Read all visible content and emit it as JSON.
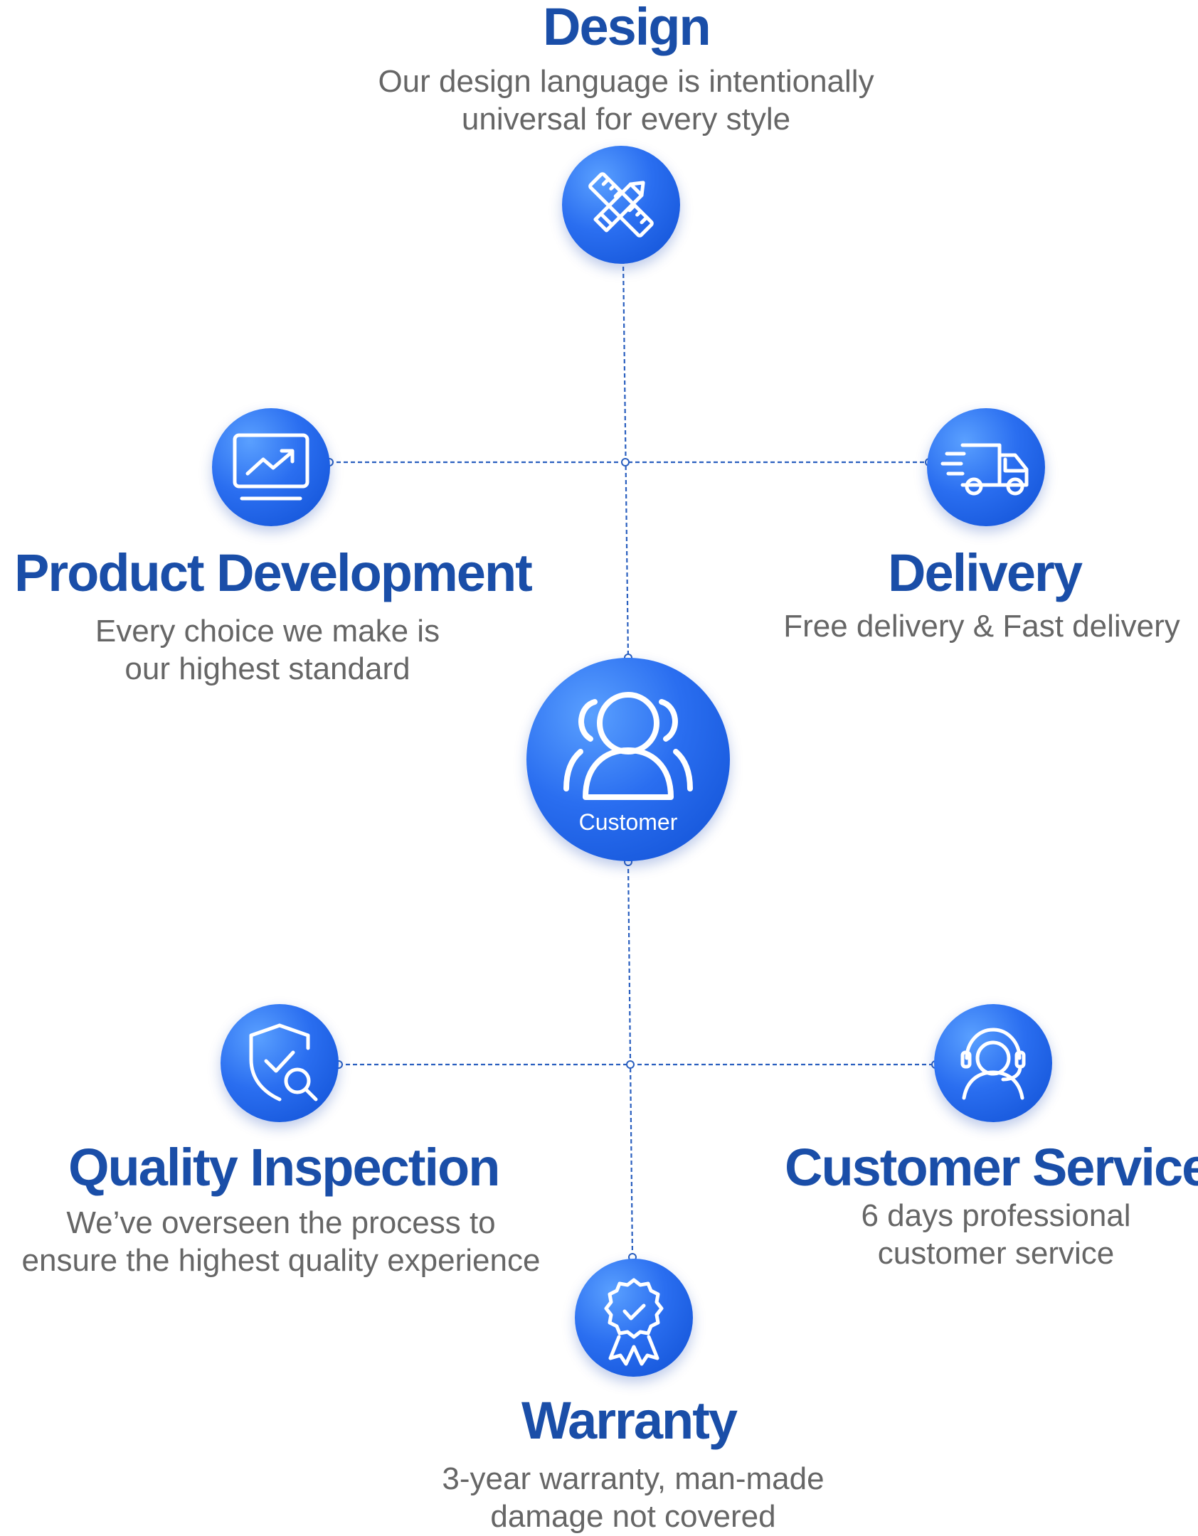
{
  "colors": {
    "title": "#1a4ea8",
    "text": "#666666",
    "line": "#2a5fbf",
    "circle": "#1a5ee0"
  },
  "center": {
    "label": "Customer",
    "icon": "users-group-icon"
  },
  "nodes": {
    "design": {
      "title": "Design",
      "desc": "Our design language is intentionally\nuniversal for every style",
      "icon": "pencil-ruler-icon"
    },
    "product_development": {
      "title": "Product Development",
      "desc": "Every choice we make is\nour highest standard",
      "icon": "monitor-chart-icon"
    },
    "delivery": {
      "title": "Delivery",
      "desc": "Free delivery & Fast delivery",
      "icon": "truck-icon"
    },
    "quality_inspection": {
      "title": "Quality Inspection",
      "desc": "We’ve overseen the process to\nensure the highest quality experience",
      "icon": "shield-search-icon"
    },
    "customer_service": {
      "title": "Customer Service",
      "desc": "6 days professional\ncustomer service",
      "icon": "headset-icon"
    },
    "warranty": {
      "title": "Warranty",
      "desc": "3-year warranty, man-made\ndamage not covered",
      "icon": "award-badge-icon"
    }
  }
}
